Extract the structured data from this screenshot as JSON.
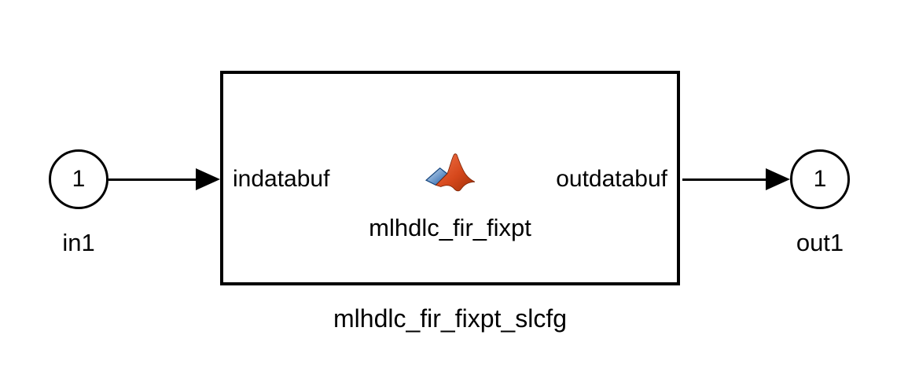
{
  "diagram": {
    "input_port": {
      "number": "1",
      "label": "in1"
    },
    "block": {
      "in_port_label": "indatabuf",
      "out_port_label": "outdatabuf",
      "function_name": "mlhdlc_fir_fixpt",
      "name": "mlhdlc_fir_fixpt_slcfg",
      "icon": "matlab-logo-icon"
    },
    "output_port": {
      "number": "1",
      "label": "out1"
    },
    "colors": {
      "background": "#ffffff",
      "line": "#000000",
      "logo_orange_light": "#f0744a",
      "logo_orange_dark": "#a03008",
      "logo_blue_light": "#cfe3f5",
      "logo_blue_dark": "#1d5ba6"
    }
  }
}
